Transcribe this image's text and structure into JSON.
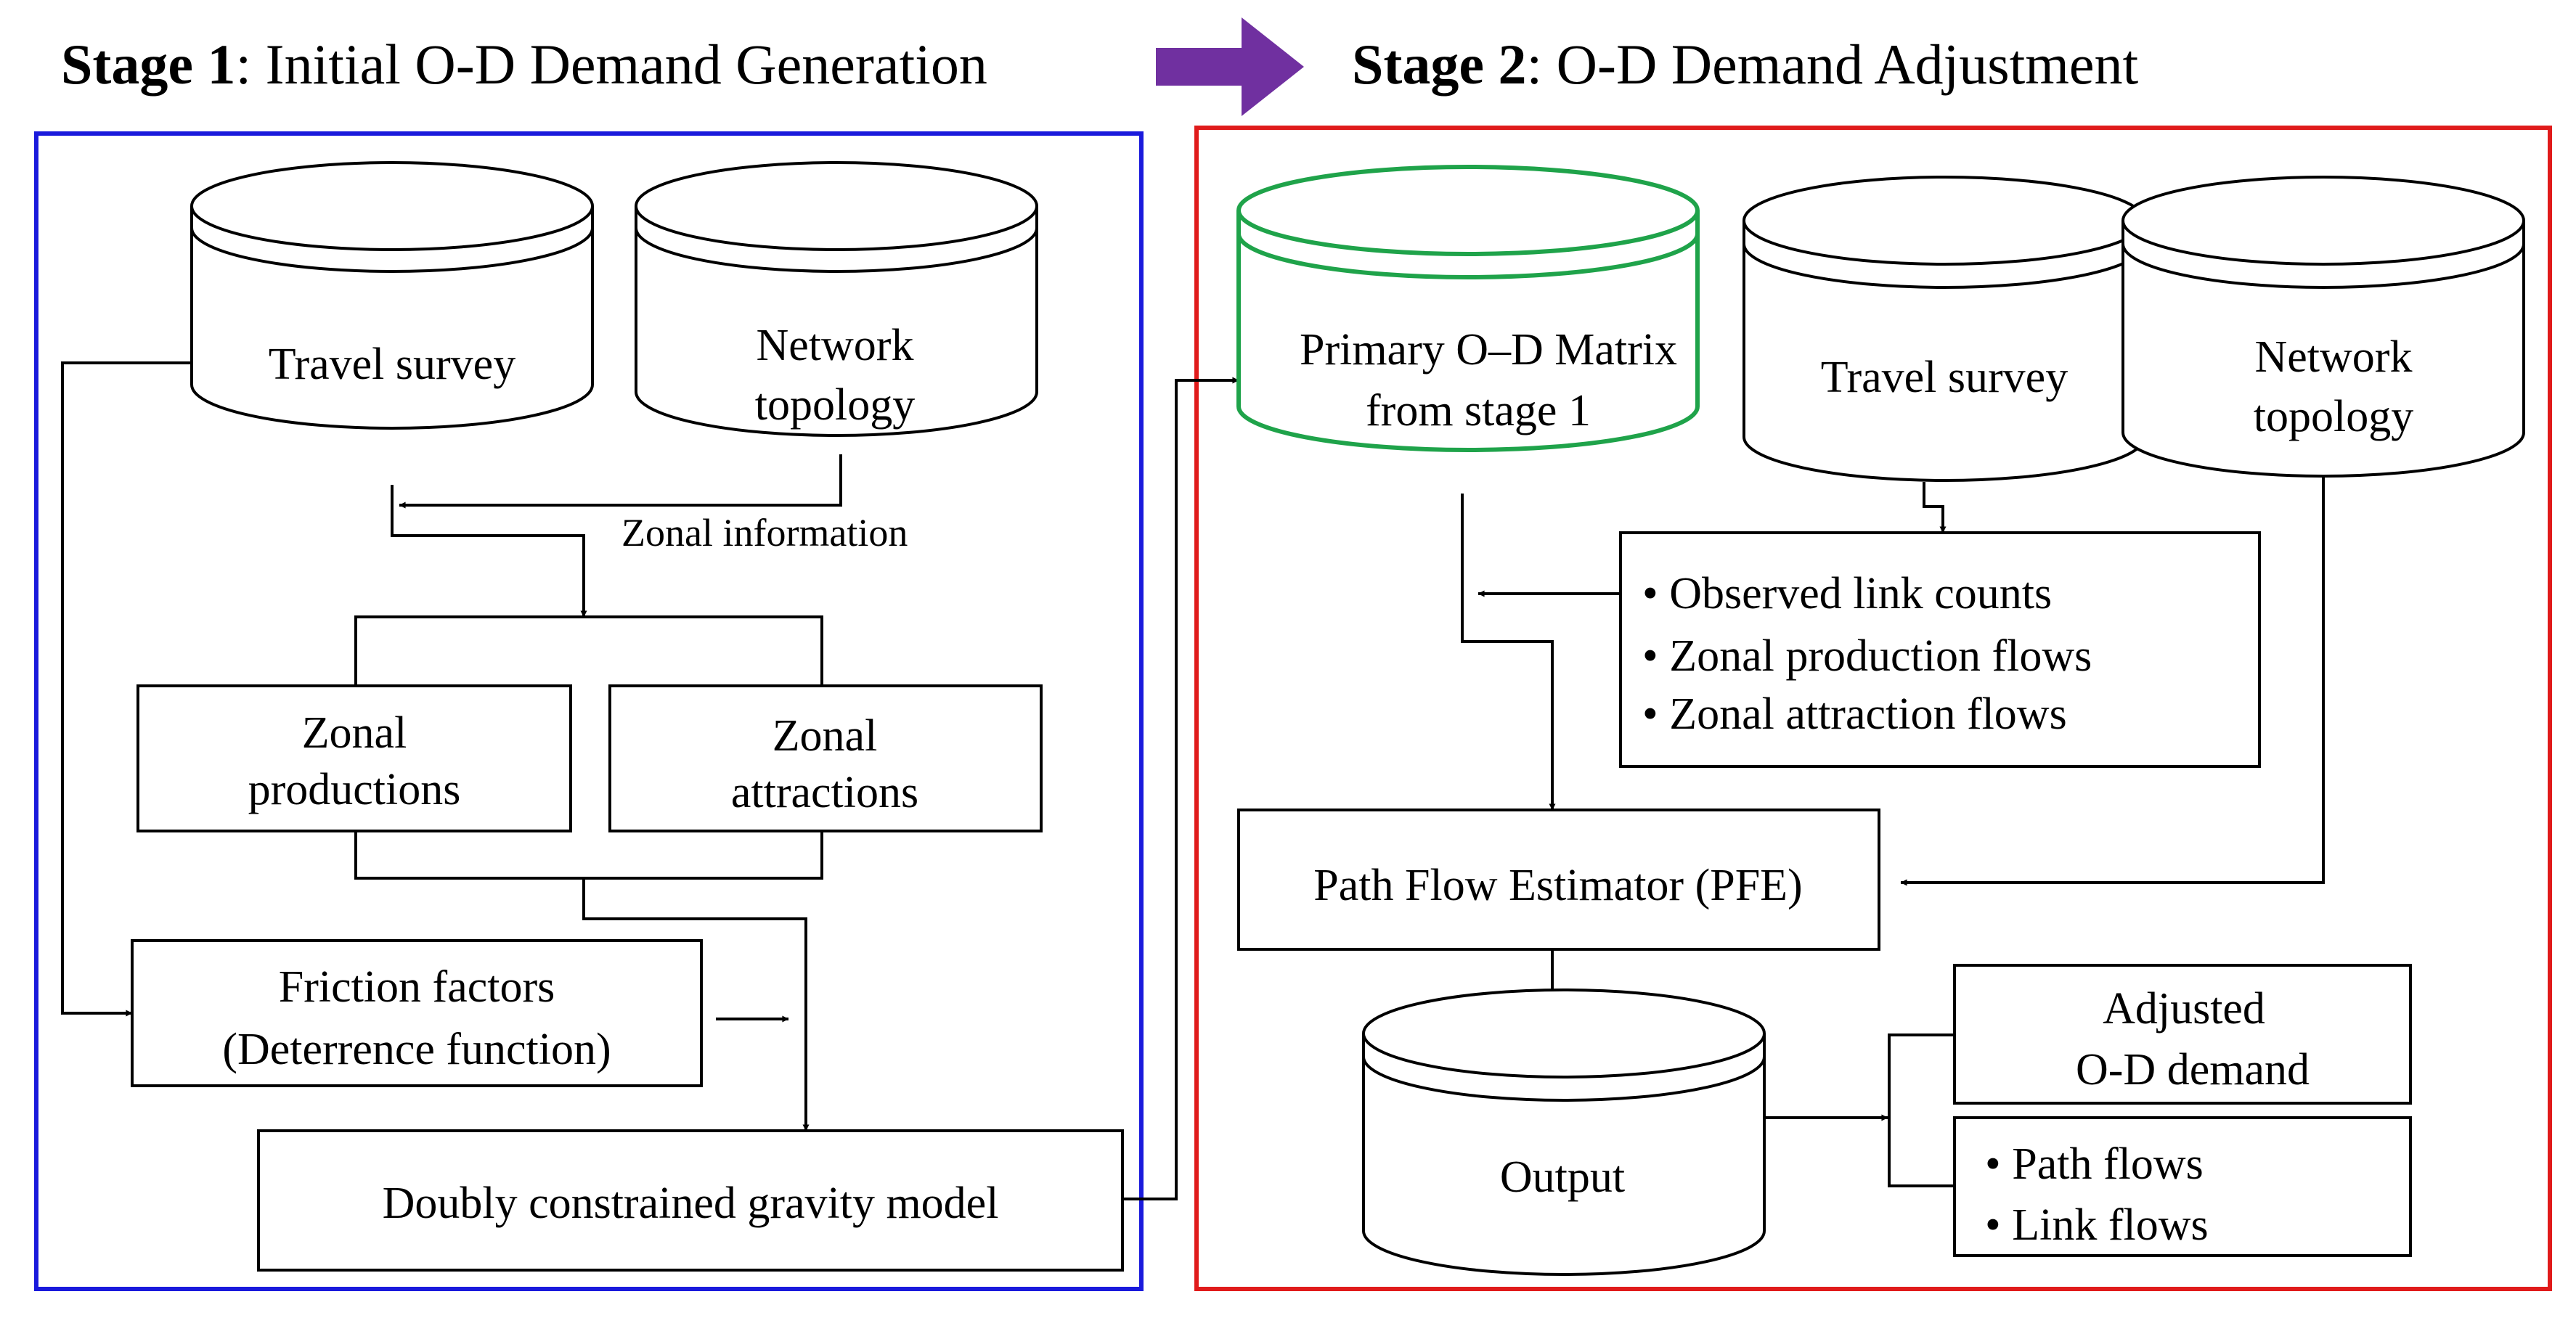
{
  "stage1": {
    "title_bold": "Stage 1",
    "title_rest": ": Initial  O-D  Demand  Generation",
    "frame_color": "#1a1adc",
    "travel_survey": "Travel  survey",
    "network_topology": [
      "Network",
      "topology"
    ],
    "zonal_information": "Zonal information",
    "zonal_productions": [
      "Zonal",
      "productions"
    ],
    "zonal_attractions": [
      "Zonal",
      "attractions"
    ],
    "friction_factors": [
      "Friction factors",
      "(Deterrence function)"
    ],
    "gravity_model": "Doubly  constrained gravity  model"
  },
  "transition_arrow_color": "#7030a0",
  "stage2": {
    "title_bold": "Stage 2",
    "title_rest": ": O-D  Demand  Adjustment",
    "frame_color": "#e01b1b",
    "primary_matrix_color": "#1fa34a",
    "primary_matrix": [
      "Primary  O–D Matrix",
      "from stage  1"
    ],
    "travel_survey": "Travel  survey",
    "network_topology": [
      "Network",
      "topology"
    ],
    "observations": [
      "Observed  link counts",
      "Zonal  production flows",
      "Zonal  attraction flows"
    ],
    "pfe": "Path Flow Estimator (PFE)",
    "output": "Output",
    "adjusted_demand": [
      "Adjusted",
      "O-D  demand"
    ],
    "flows": [
      "Path  flows",
      "Link  flows"
    ]
  }
}
